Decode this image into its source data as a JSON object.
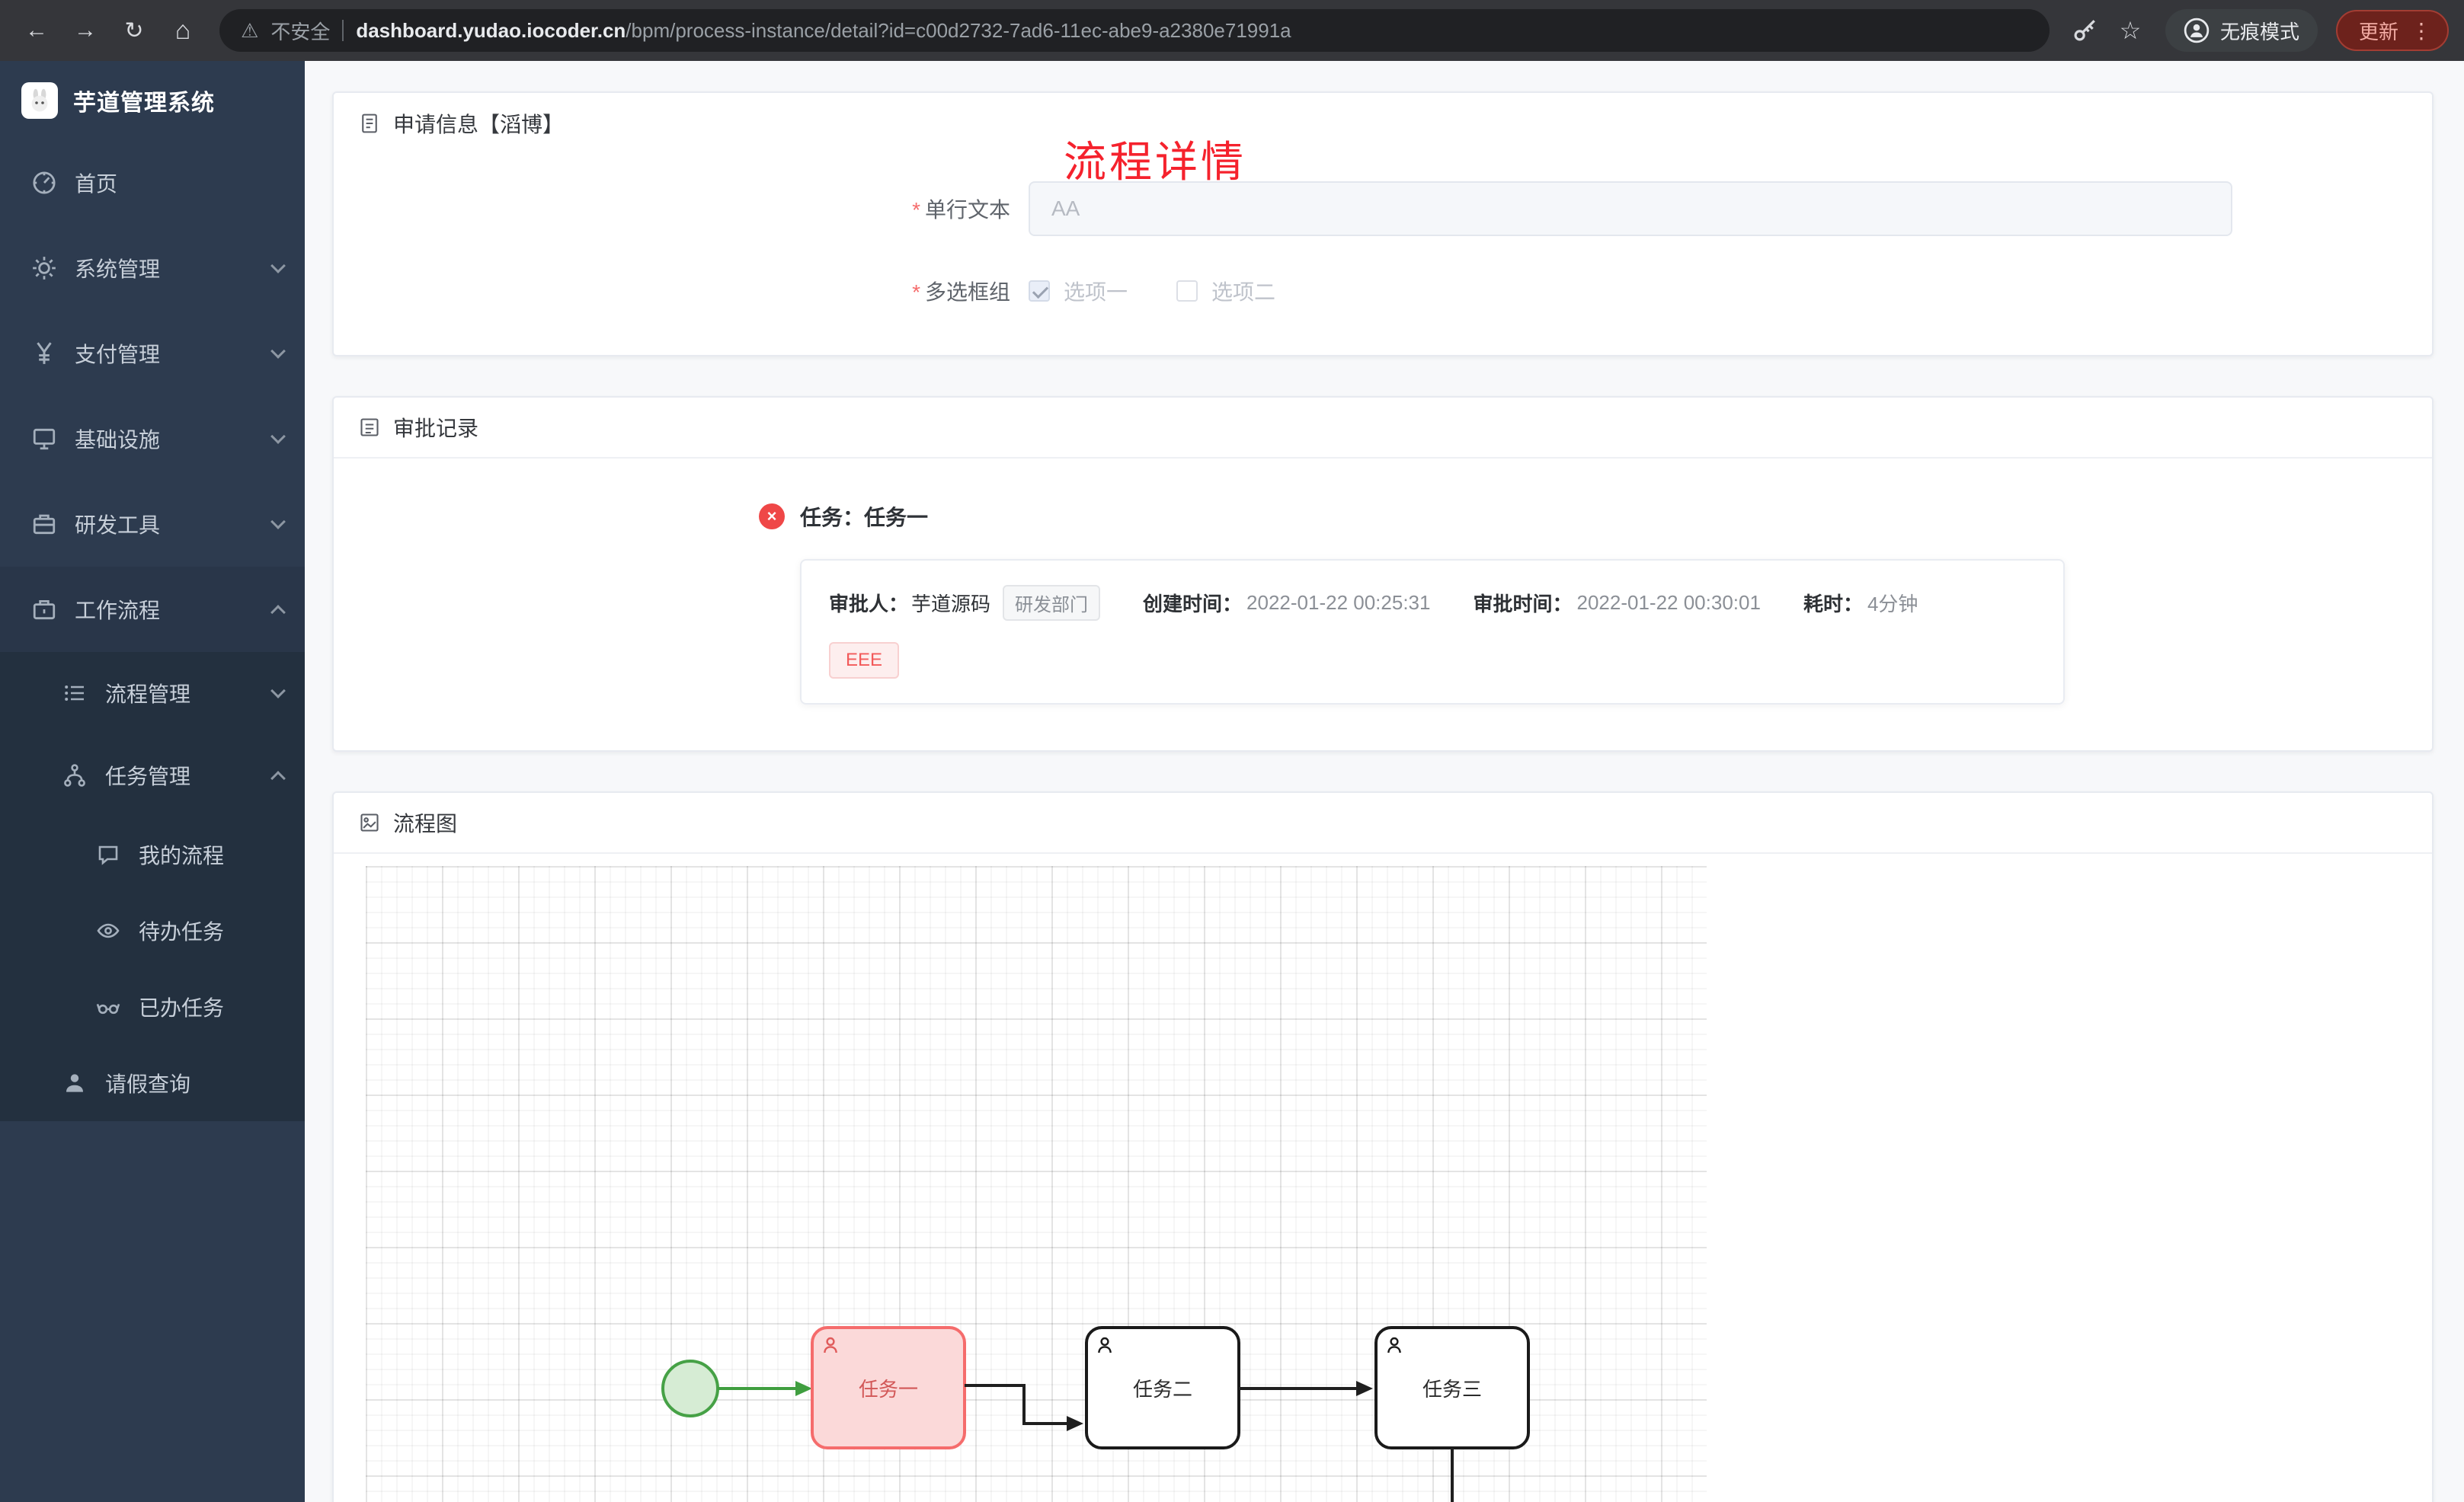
{
  "page": {
    "title": "流程详情",
    "title_color": "#f5222d"
  },
  "browser": {
    "security_label": "不安全",
    "url_host": "dashboard.yudao.iocoder.cn",
    "url_path": "/bpm/process-instance/detail?id=c00d2732-7ad6-11ec-abe9-a2380e71991a",
    "incognito_label": "无痕模式",
    "update_label": "更新"
  },
  "sidebar": {
    "app_title": "芋道管理系统",
    "items": [
      {
        "label": "首页",
        "icon": "dashboard-icon"
      },
      {
        "label": "系统管理",
        "icon": "gear-icon"
      },
      {
        "label": "支付管理",
        "icon": "yen-icon"
      },
      {
        "label": "基础设施",
        "icon": "infra-icon"
      },
      {
        "label": "研发工具",
        "icon": "tools-icon"
      },
      {
        "label": "工作流程",
        "icon": "workflow-icon"
      },
      {
        "label": "流程管理",
        "icon": "process-icon"
      },
      {
        "label": "任务管理",
        "icon": "task-icon"
      },
      {
        "label": "我的流程",
        "icon": "my-process-icon"
      },
      {
        "label": "待办任务",
        "icon": "todo-icon"
      },
      {
        "label": "已办任务",
        "icon": "done-icon"
      },
      {
        "label": "请假查询",
        "icon": "leave-icon"
      }
    ]
  },
  "apply_card": {
    "header": "申请信息【滔博】",
    "required_mark": "*",
    "field_text": {
      "label": "单行文本",
      "value": "AA"
    },
    "field_checkbox": {
      "label": "多选框组",
      "options": [
        {
          "label": "选项一",
          "checked": true
        },
        {
          "label": "选项二",
          "checked": false
        }
      ]
    }
  },
  "approval_card": {
    "header": "审批记录",
    "task_title": "任务：任务一",
    "approver_label": "审批人：",
    "approver_name": "芋道源码",
    "approver_dept": "研发部门",
    "created_label": "创建时间：",
    "created_time": "2022-01-22 00:25:31",
    "approved_label": "审批时间：",
    "approved_time": "2022-01-22 00:30:01",
    "duration_label": "耗时：",
    "duration_value": "4分钟",
    "comment": "EEE"
  },
  "diagram_card": {
    "header": "流程图",
    "start_event": {
      "type": "start",
      "state": "completed",
      "fill": "#d6ecd4",
      "stroke": "#46a146"
    },
    "nodes": [
      {
        "label": "任务一",
        "state": "current",
        "fill": "#fbd9d9",
        "stroke": "#f56c6c"
      },
      {
        "label": "任务二",
        "state": "pending",
        "fill": "#ffffff",
        "stroke": "#1a1a1a"
      },
      {
        "label": "任务三",
        "state": "pending",
        "fill": "#ffffff",
        "stroke": "#1a1a1a"
      }
    ]
  }
}
